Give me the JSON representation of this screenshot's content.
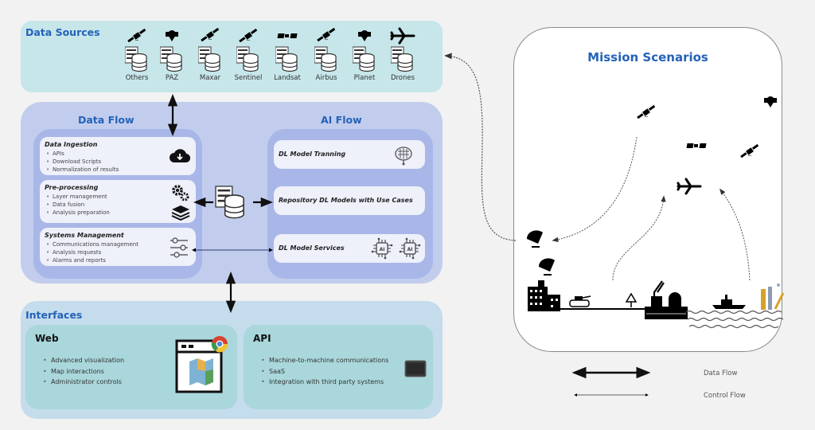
{
  "data_sources": {
    "title": "Data Sources",
    "items": [
      {
        "label": "Others",
        "icon": "satellite-icon"
      },
      {
        "label": "PAZ",
        "icon": "satellite-icon"
      },
      {
        "label": "Maxar",
        "icon": "satellite-icon"
      },
      {
        "label": "Sentinel",
        "icon": "satellite-icon"
      },
      {
        "label": "Landsat",
        "icon": "satellite-panels-icon"
      },
      {
        "label": "Airbus",
        "icon": "satellite-icon"
      },
      {
        "label": "Planet",
        "icon": "satellite-icon"
      },
      {
        "label": "Drones",
        "icon": "airplane-icon"
      }
    ]
  },
  "data_flow": {
    "title": "Data Flow",
    "cards": [
      {
        "title": "Data Ingestion",
        "items": [
          "APIs",
          "Download Scripts",
          "Normalization of results"
        ],
        "icon": "cloud-download-icon"
      },
      {
        "title": "Pre-processing",
        "items": [
          "Layer management",
          "Data fusion",
          "Analysis preparation"
        ],
        "icon": "gears-layers-icon"
      },
      {
        "title": "Systems Management",
        "items": [
          "Communications management",
          "Analysis requests",
          "Alarms and reports"
        ],
        "icon": "sliders-icon"
      }
    ]
  },
  "ai_flow": {
    "title": "AI Flow",
    "cards": [
      {
        "title": "DL Model Tranning",
        "icon": "brain-chip-icon"
      },
      {
        "title": "Repository DL Models with Use Cases"
      },
      {
        "title": "DL Model Services",
        "icon": "ai-chip-icon"
      }
    ]
  },
  "interfaces": {
    "title": "Interfaces",
    "web": {
      "title": "Web",
      "items": [
        "Advanced visualization",
        "Map interactions",
        "Administrator controls"
      ]
    },
    "api": {
      "title": "API",
      "items": [
        "Machine-to-machine communications",
        "SaaS",
        "Integration with third party systems"
      ]
    }
  },
  "mission_scenarios": {
    "title": "Mission Scenarios"
  },
  "legend": {
    "data_flow": "Data Flow",
    "control_flow": "Control Flow"
  },
  "colors": {
    "title_blue": "#2462b8",
    "data_sources_bg": "#c6e6ea",
    "processing_bg": "#c2cdee",
    "flow_box_bg": "#a8b7e8",
    "interfaces_bg": "#c4dcec",
    "interface_card_bg": "#a9d7db"
  }
}
